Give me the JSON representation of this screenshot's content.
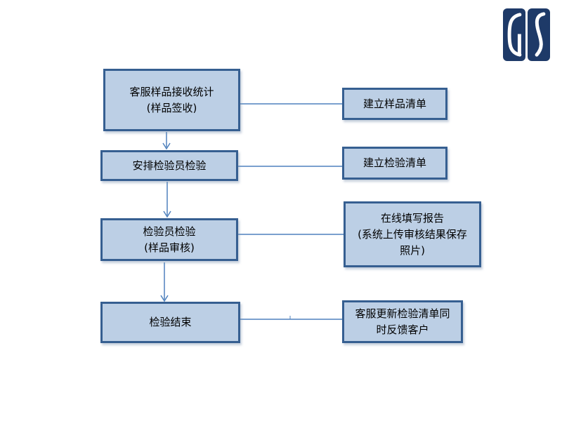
{
  "slide": {
    "background_color": "#FFFFFF"
  },
  "logo": {
    "name": "GS logo",
    "letters": [
      "G",
      "S"
    ],
    "tile_color": "#1E3A68",
    "glyph_color": "#FFFFFF"
  },
  "colors": {
    "box_fill": "#BCCFE5",
    "box_border": "#365F91",
    "connector": "#4F81BD",
    "text": "#000000"
  },
  "flow": {
    "left_boxes": [
      {
        "lines": [
          "客服样品接收统计",
          "(样品签收)"
        ]
      },
      {
        "lines": [
          "安排检验员检验"
        ]
      },
      {
        "lines": [
          "检验员检验",
          "(样品审核)"
        ]
      },
      {
        "lines": [
          "检验结束"
        ]
      }
    ],
    "right_boxes": [
      {
        "lines": [
          "建立样品清单"
        ]
      },
      {
        "lines": [
          "建立检验清单"
        ]
      },
      {
        "lines": [
          "在线填写报告",
          "(系统上传审核结果保存",
          "照片)"
        ]
      },
      {
        "lines": [
          "客服更新检验清单同",
          "时反馈客户"
        ]
      }
    ]
  }
}
